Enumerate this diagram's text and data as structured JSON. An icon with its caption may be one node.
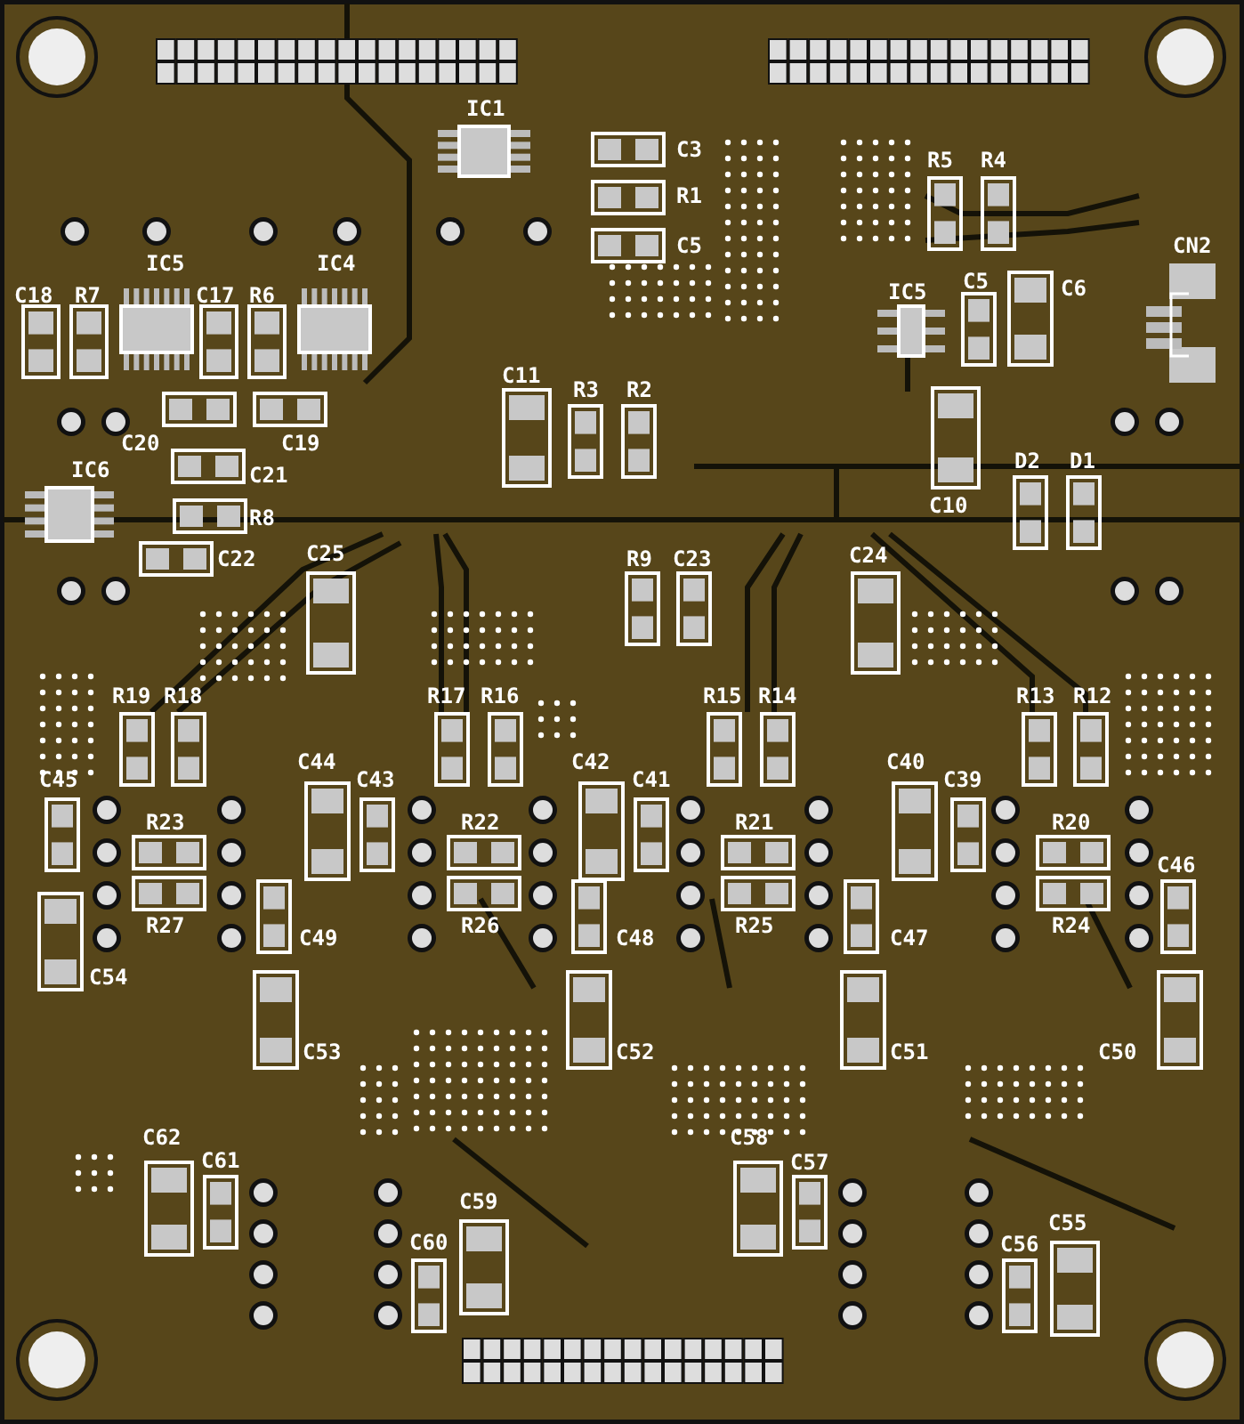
{
  "diagram": {
    "labels": [
      "IC1",
      "C3",
      "R1",
      "C5",
      "R5",
      "R4",
      "IC5",
      "IC4",
      "C18",
      "R7",
      "C17",
      "R6",
      "CN2",
      "IC5",
      "C5",
      "C6",
      "C11",
      "R3",
      "R2",
      "C20",
      "C19",
      "IC6",
      "C21",
      "D2",
      "D1",
      "R8",
      "C10",
      "C22",
      "C25",
      "R9",
      "C23",
      "C24",
      "R19",
      "R18",
      "R17",
      "R16",
      "R15",
      "R14",
      "R13",
      "R12",
      "C45",
      "C44",
      "C43",
      "C42",
      "C41",
      "C40",
      "C39",
      "R23",
      "R22",
      "R21",
      "R20",
      "C46",
      "R27",
      "R26",
      "R25",
      "R24",
      "C49",
      "C48",
      "C47",
      "C54",
      "C53",
      "C52",
      "C51",
      "C50",
      "C62",
      "C61",
      "C58",
      "C57",
      "C59",
      "C60",
      "C55",
      "C56"
    ]
  }
}
